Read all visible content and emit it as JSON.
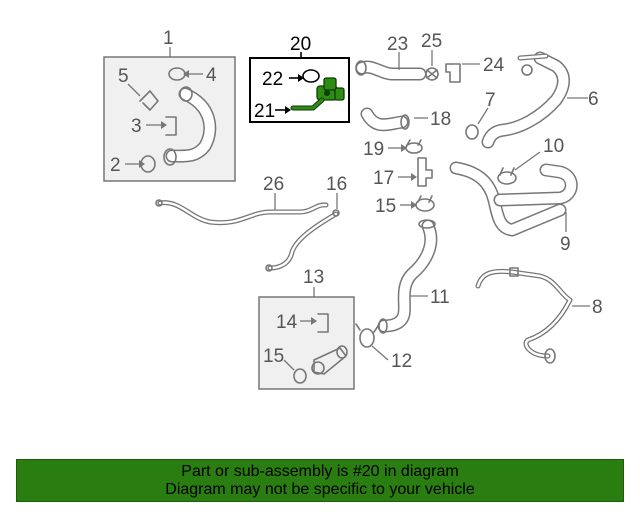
{
  "callouts": {
    "c1": "1",
    "c2": "2",
    "c3": "3",
    "c4": "4",
    "c5": "5",
    "c6": "6",
    "c7": "7",
    "c8": "8",
    "c9": "9",
    "c10": "10",
    "c11": "11",
    "c12": "12",
    "c13": "13",
    "c14": "14",
    "c15a": "15",
    "c15b": "15",
    "c16": "16",
    "c17": "17",
    "c18": "18",
    "c19": "19",
    "c20": "20",
    "c21": "21",
    "c22": "22",
    "c23": "23",
    "c24": "24",
    "c25": "25",
    "c26": "26"
  },
  "highlighted_part": "20",
  "colors": {
    "highlight_part": "#2e8b14",
    "banner_background": "#2a7d10",
    "line_gray": "#777777",
    "box_fill": "#f0f0f0"
  },
  "banner": {
    "line1": "Part or sub-assembly is #20 in diagram",
    "line2": "Diagram may not be specific to your vehicle"
  }
}
